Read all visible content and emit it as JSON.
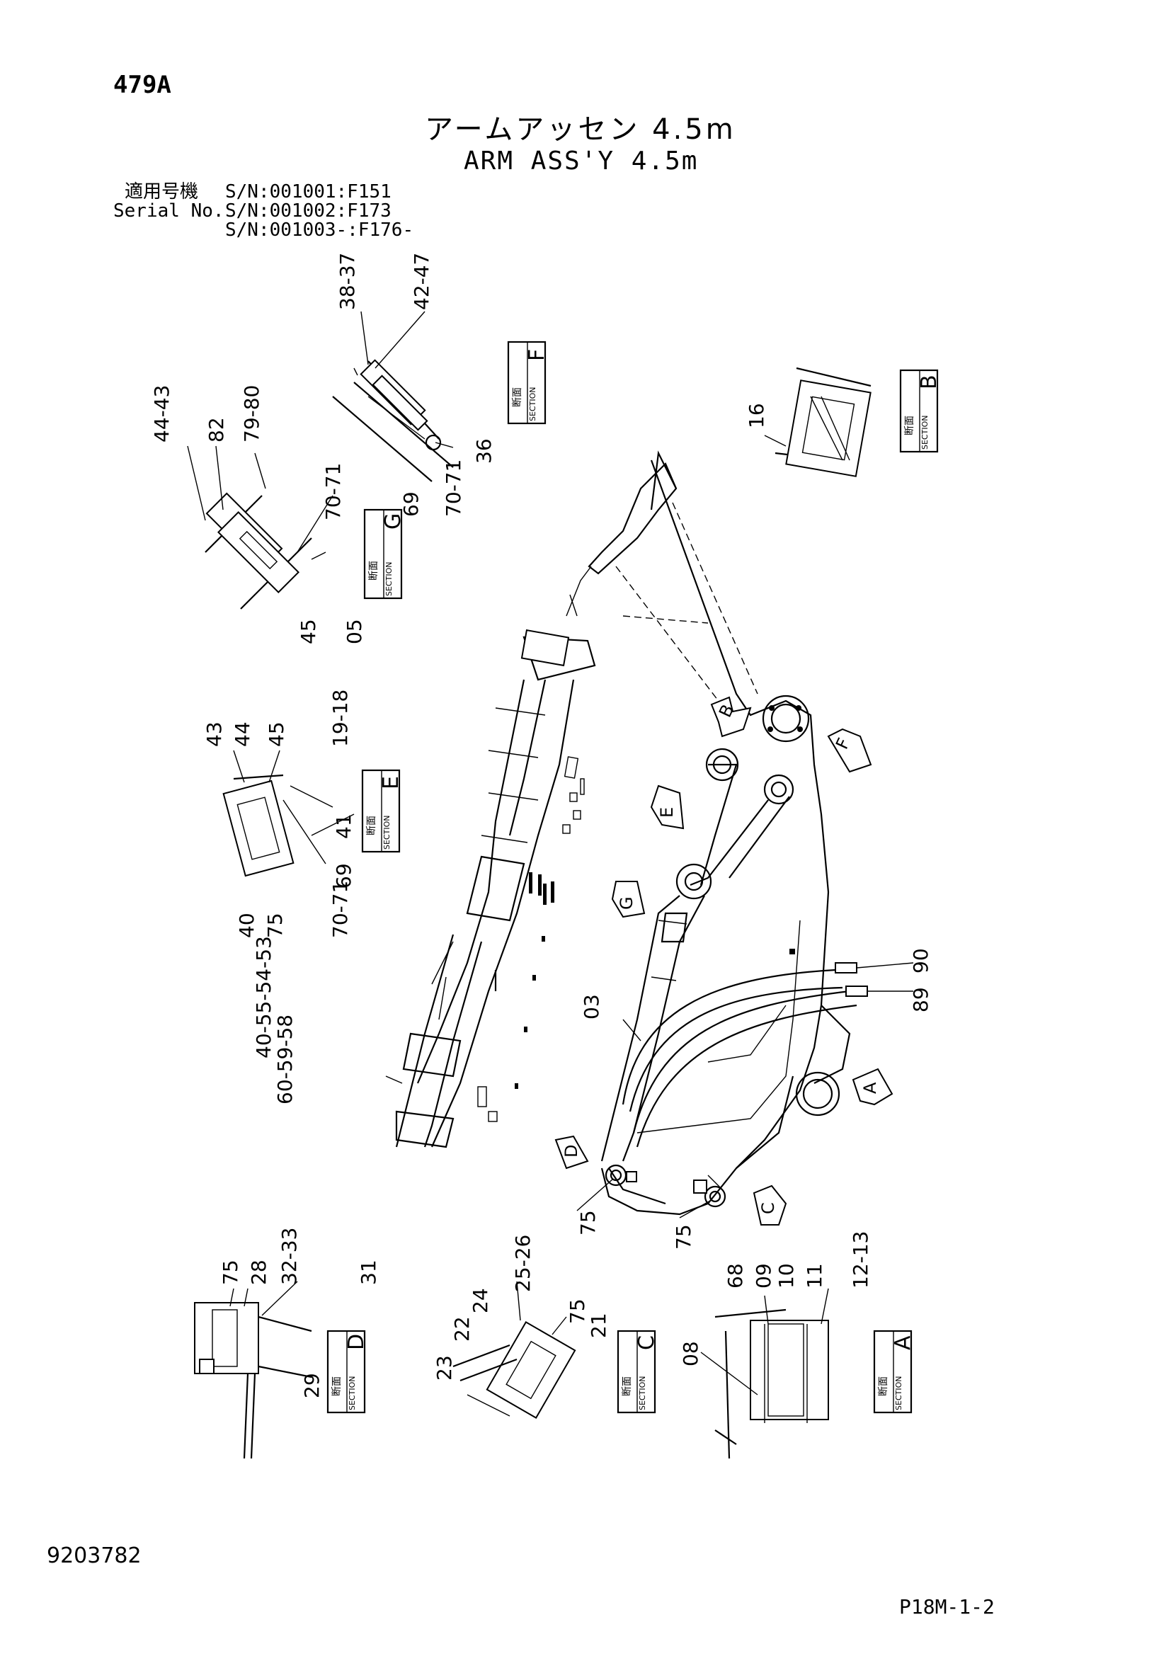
{
  "page_code": "479A",
  "title_jp": "アームアッセン 4.5m",
  "title_en": "ARM ASS'Y 4.5m",
  "serial": {
    "label_jp": "適用号機",
    "label_en": "Serial No.",
    "lines": [
      "S/N:001001:F151",
      "S/N:001002:F173",
      "S/N:001003-:F176-"
    ]
  },
  "section_boxes": {
    "section_word": "SECTION",
    "kanji": "断面",
    "letters": {
      "A": "A",
      "B": "B",
      "C": "C",
      "D": "D",
      "E": "E",
      "F": "F",
      "G": "G"
    }
  },
  "callouts": {
    "c38_37": "38-37",
    "c42_47": "42-47",
    "c36": "36",
    "c69_f": "69",
    "c70_71_f": "70-71",
    "c44_43_g": "44-43",
    "c82": "82",
    "c79_80": "79-80",
    "c70_71_g": "70-71",
    "c45_g": "45",
    "c05": "05",
    "c16": "16",
    "c43_e": "43",
    "c44_e": "44",
    "c45_e": "45",
    "c19_18": "19-18",
    "c41": "41",
    "c69_e": "69",
    "c40_e": "40",
    "c75_e": "75",
    "c70_71_e": "70-71",
    "c03": "03",
    "c90": "90",
    "c89": "89",
    "c40_55_54_53": "40-55-54-53",
    "c60_59_58": "60-59-58",
    "c75_d1": "75",
    "c75_c1": "75",
    "c75_d": "75",
    "c28": "28",
    "c32_33": "32-33",
    "c31": "31",
    "c29": "29",
    "c25_26": "25-26",
    "c24": "24",
    "c75_c": "75",
    "c21": "21",
    "c22": "22",
    "c23": "23",
    "c68": "68",
    "c09": "09",
    "c10": "10",
    "c11": "11",
    "c12_13": "12-13",
    "c08": "08"
  },
  "document_no": "9203782",
  "page_ref": "P18M-1-2"
}
